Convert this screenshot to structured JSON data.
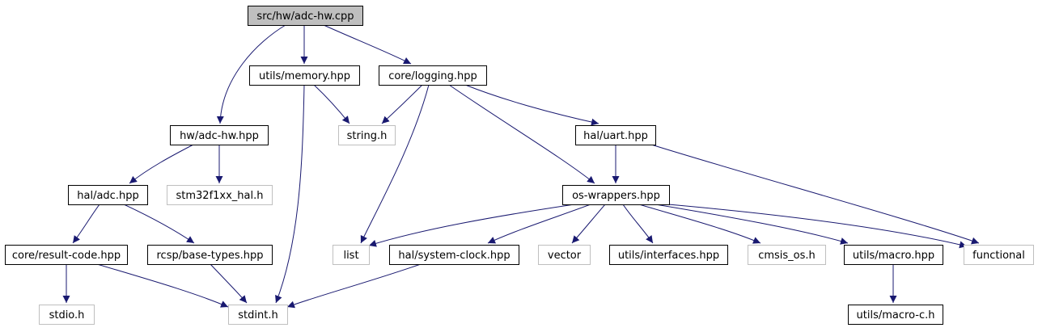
{
  "colors": {
    "edge": "#191970",
    "root_fill": "#bfbfbf",
    "node_stroke": "#000000",
    "external_stroke": "#bfbfbf",
    "text": "#000000"
  },
  "nodes": [
    {
      "id": "adc_hw_cpp",
      "label": "src/hw/adc-hw.cpp",
      "kind": "root"
    },
    {
      "id": "memory_hpp",
      "label": "utils/memory.hpp",
      "kind": "internal"
    },
    {
      "id": "logging_hpp",
      "label": "core/logging.hpp",
      "kind": "internal"
    },
    {
      "id": "adc_hw_hpp",
      "label": "hw/adc-hw.hpp",
      "kind": "internal"
    },
    {
      "id": "string_h",
      "label": "string.h",
      "kind": "external"
    },
    {
      "id": "uart_hpp",
      "label": "hal/uart.hpp",
      "kind": "internal"
    },
    {
      "id": "adc_hpp",
      "label": "hal/adc.hpp",
      "kind": "internal"
    },
    {
      "id": "stm32_hal_h",
      "label": "stm32f1xx_hal.h",
      "kind": "external"
    },
    {
      "id": "os_wrappers_hpp",
      "label": "os-wrappers.hpp",
      "kind": "internal"
    },
    {
      "id": "result_code_hpp",
      "label": "core/result-code.hpp",
      "kind": "internal"
    },
    {
      "id": "base_types_hpp",
      "label": "rcsp/base-types.hpp",
      "kind": "internal"
    },
    {
      "id": "list",
      "label": "list",
      "kind": "external"
    },
    {
      "id": "system_clock_hpp",
      "label": "hal/system-clock.hpp",
      "kind": "internal"
    },
    {
      "id": "vector",
      "label": "vector",
      "kind": "external"
    },
    {
      "id": "interfaces_hpp",
      "label": "utils/interfaces.hpp",
      "kind": "internal"
    },
    {
      "id": "cmsis_os_h",
      "label": "cmsis_os.h",
      "kind": "external"
    },
    {
      "id": "macro_hpp",
      "label": "utils/macro.hpp",
      "kind": "internal"
    },
    {
      "id": "functional",
      "label": "functional",
      "kind": "external"
    },
    {
      "id": "stdio_h",
      "label": "stdio.h",
      "kind": "external"
    },
    {
      "id": "stdint_h",
      "label": "stdint.h",
      "kind": "external"
    },
    {
      "id": "macro_c_h",
      "label": "utils/macro-c.h",
      "kind": "internal"
    }
  ],
  "edges": [
    {
      "from": "adc_hw_cpp",
      "to": "adc_hw_hpp"
    },
    {
      "from": "adc_hw_cpp",
      "to": "memory_hpp"
    },
    {
      "from": "adc_hw_cpp",
      "to": "logging_hpp"
    },
    {
      "from": "memory_hpp",
      "to": "string_h"
    },
    {
      "from": "memory_hpp",
      "to": "stdint_h"
    },
    {
      "from": "logging_hpp",
      "to": "string_h"
    },
    {
      "from": "logging_hpp",
      "to": "list"
    },
    {
      "from": "logging_hpp",
      "to": "os_wrappers_hpp"
    },
    {
      "from": "logging_hpp",
      "to": "uart_hpp"
    },
    {
      "from": "adc_hw_hpp",
      "to": "adc_hpp"
    },
    {
      "from": "adc_hw_hpp",
      "to": "stm32_hal_h"
    },
    {
      "from": "uart_hpp",
      "to": "os_wrappers_hpp"
    },
    {
      "from": "uart_hpp",
      "to": "functional"
    },
    {
      "from": "adc_hpp",
      "to": "result_code_hpp"
    },
    {
      "from": "adc_hpp",
      "to": "base_types_hpp"
    },
    {
      "from": "os_wrappers_hpp",
      "to": "list"
    },
    {
      "from": "os_wrappers_hpp",
      "to": "system_clock_hpp"
    },
    {
      "from": "os_wrappers_hpp",
      "to": "vector"
    },
    {
      "from": "os_wrappers_hpp",
      "to": "interfaces_hpp"
    },
    {
      "from": "os_wrappers_hpp",
      "to": "cmsis_os_h"
    },
    {
      "from": "os_wrappers_hpp",
      "to": "macro_hpp"
    },
    {
      "from": "os_wrappers_hpp",
      "to": "functional"
    },
    {
      "from": "result_code_hpp",
      "to": "stdio_h"
    },
    {
      "from": "result_code_hpp",
      "to": "stdint_h"
    },
    {
      "from": "base_types_hpp",
      "to": "stdint_h"
    },
    {
      "from": "system_clock_hpp",
      "to": "stdint_h"
    },
    {
      "from": "macro_hpp",
      "to": "macro_c_h"
    }
  ]
}
